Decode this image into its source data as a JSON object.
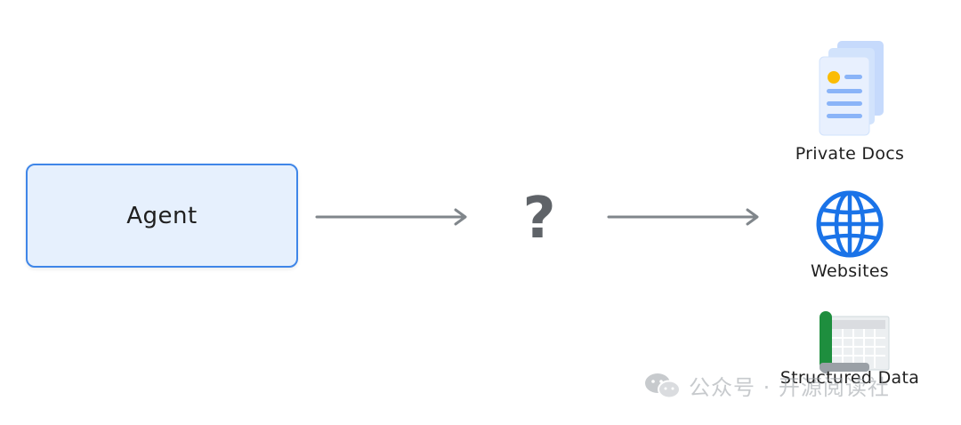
{
  "diagram": {
    "agent": {
      "label": "Agent"
    },
    "connector": {
      "symbol": "?"
    },
    "sources": [
      {
        "label": "Private Docs",
        "icon": "documents-icon"
      },
      {
        "label": "Websites",
        "icon": "globe-icon"
      },
      {
        "label": "Structured Data",
        "icon": "spreadsheet-icon"
      }
    ]
  },
  "watermark": {
    "text": "公众号 · 开源阅读社",
    "icon": "wechat-icon"
  },
  "colors": {
    "agent_fill": "#e6f0fd",
    "agent_border": "#3f86e8",
    "arrow": "#80868b",
    "question": "#5f6368",
    "globe": "#1a73e8",
    "doc_paper": "#d2e3fc",
    "doc_accent": "#fbbc04",
    "sheet_green": "#1e8e3e"
  }
}
